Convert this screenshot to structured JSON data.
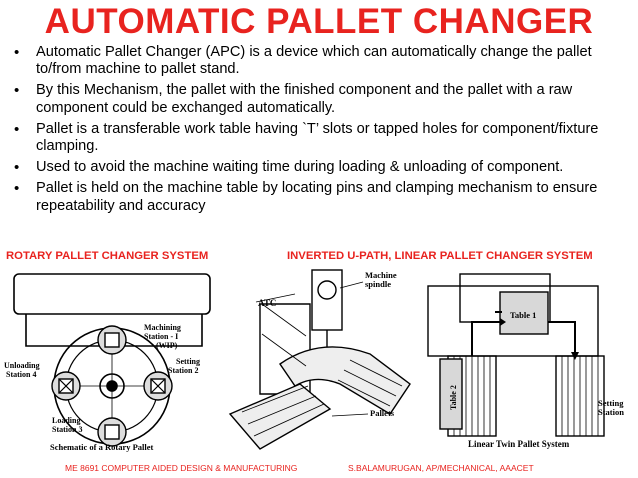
{
  "title": "AUTOMATIC PALLET CHANGER",
  "bullets": [
    "Automatic Pallet Changer (APC) is a device which can automatically change the pallet to/from machine to pallet stand.",
    "By this Mechanism, the pallet with the finished component and the pallet with a raw component could be exchanged automatically.",
    "Pallet is a transferable work table having `T’ slots or tapped holes for component/fixture clamping.",
    "Used to avoid the machine waiting time during loading & unloading of component.",
    "Pallet is held on the machine table by locating pins and clamping mechanism to ensure repeatability and accuracy"
  ],
  "captions": {
    "left": "ROTARY PALLET CHANGER SYSTEM",
    "right": "INVERTED U-PATH, LINEAR PALLET CHANGER SYSTEM"
  },
  "rotary": {
    "machining": [
      "Machining",
      "Station  - I",
      "(WIP)"
    ],
    "setting": [
      "Setting",
      "Station 2"
    ],
    "unloading": [
      "Unloading",
      "Station 4"
    ],
    "loading": [
      "Loading",
      "Station 3"
    ],
    "schematic": "Schematic of a Rotary Pallet"
  },
  "upath": {
    "machine_spindle": [
      "Machine",
      "spindle"
    ],
    "atc": "ATC",
    "pallets": "Pallets"
  },
  "linear": {
    "table1": "Table 1",
    "table2": "Table 2",
    "setting_station": [
      "Setting",
      "Station"
    ],
    "caption": "Linear Twin Pallet System"
  },
  "footer": {
    "left": "ME 8691 COMPUTER AIDED DESIGN & MANUFACTURING",
    "right": "S.BALAMURUGAN, AP/MECHANICAL, AAACET"
  }
}
